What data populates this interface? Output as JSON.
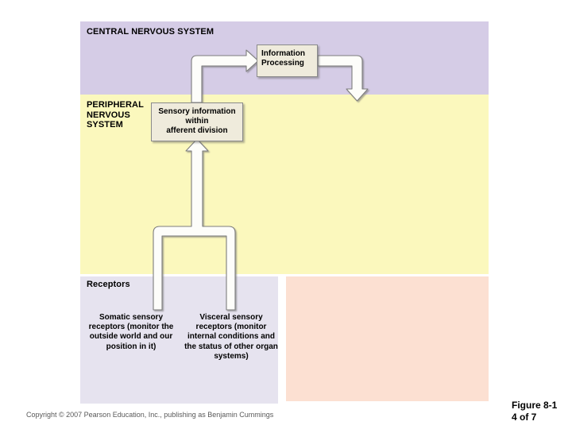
{
  "figure": {
    "caption": "Figure 8-1\n4 of 7",
    "copyright": "Copyright © 2007 Pearson Education, Inc., publishing as Benjamin Cummings"
  },
  "regions": {
    "cns": {
      "title": "CENTRAL NERVOUS SYSTEM",
      "color": "#d5cce6"
    },
    "pns": {
      "title": "PERIPHERAL\nNERVOUS\nSYSTEM",
      "color": "#fbf8bd"
    },
    "receptors": {
      "title": "Receptors",
      "color": "#e6e3ef"
    },
    "effectors": {
      "title": "",
      "color": "#fce0d2"
    }
  },
  "boxes": {
    "information_processing": {
      "label": "Information\nProcessing",
      "fill": "#efebdc",
      "border": "#8a8a8a"
    },
    "sensory_information": {
      "label": "Sensory information\nwithin\nafferent division",
      "fill": "#efebdc",
      "border": "#8a8a8a"
    }
  },
  "captions": {
    "somatic_receptors": "Somatic sensory receptors (monitor the outside world and our position in it)",
    "visceral_receptors": "Visceral sensory receptors (monitor internal conditions and the status of other organ systems)"
  },
  "arrows": {
    "sensory_to_processing": "sensory information box up and right into information processing",
    "processing_to_efferent": "information processing right then down into peripheral nervous system",
    "receptors_to_sensory": "somatic and visceral receptors merge upward into sensory information box"
  }
}
